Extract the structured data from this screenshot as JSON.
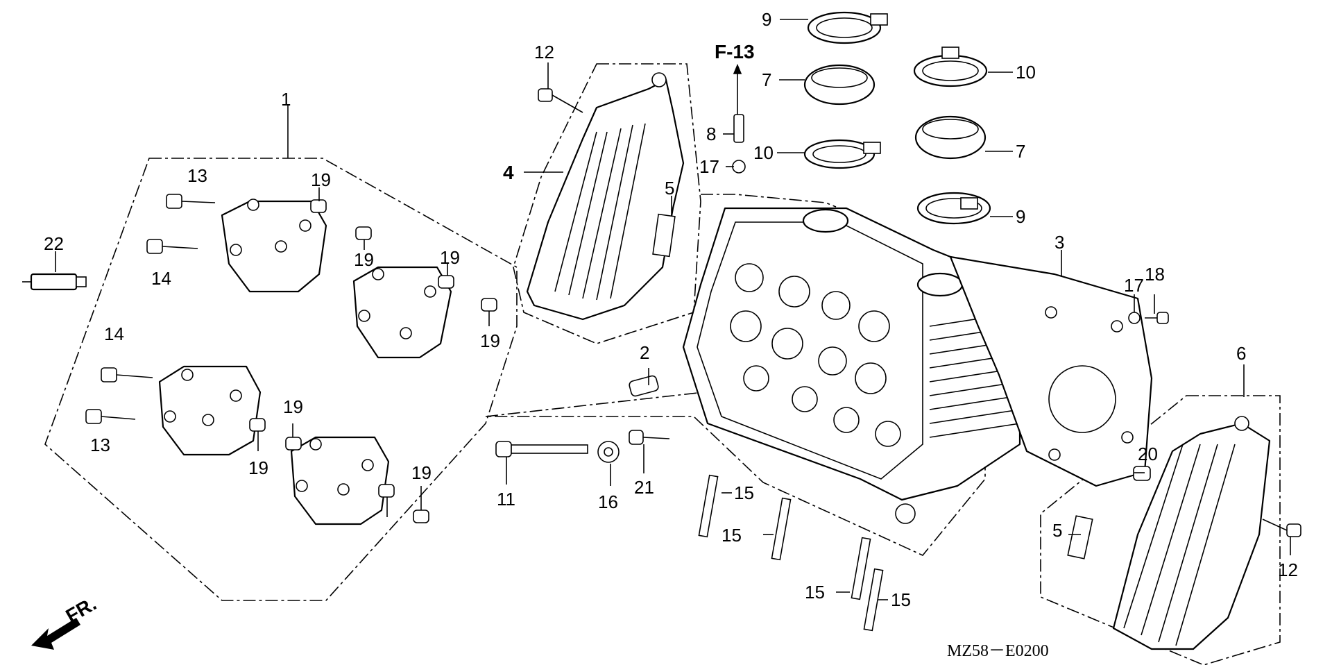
{
  "diagram": {
    "code": "MZ58－E0200",
    "ref_section": "F-13",
    "front_marker": "FR.",
    "callouts": {
      "c1": "1",
      "c2": "2",
      "c3": "3",
      "c4": "4",
      "c5a": "5",
      "c5b": "5",
      "c6": "6",
      "c7a": "7",
      "c7b": "7",
      "c8": "8",
      "c9a": "9",
      "c9b": "9",
      "c10a": "10",
      "c10b": "10",
      "c11": "11",
      "c12a": "12",
      "c12b": "12",
      "c13a": "13",
      "c13b": "13",
      "c14a": "14",
      "c14b": "14",
      "c15a": "15",
      "c15b": "15",
      "c15c": "15",
      "c15d": "15",
      "c16": "16",
      "c17a": "17",
      "c17b": "17",
      "c18": "18",
      "c19a": "19",
      "c19b": "19",
      "c19c": "19",
      "c19d": "19",
      "c19e": "19",
      "c19f": "19",
      "c19g": "19",
      "c20": "20",
      "c21": "21",
      "c22": "22"
    }
  }
}
